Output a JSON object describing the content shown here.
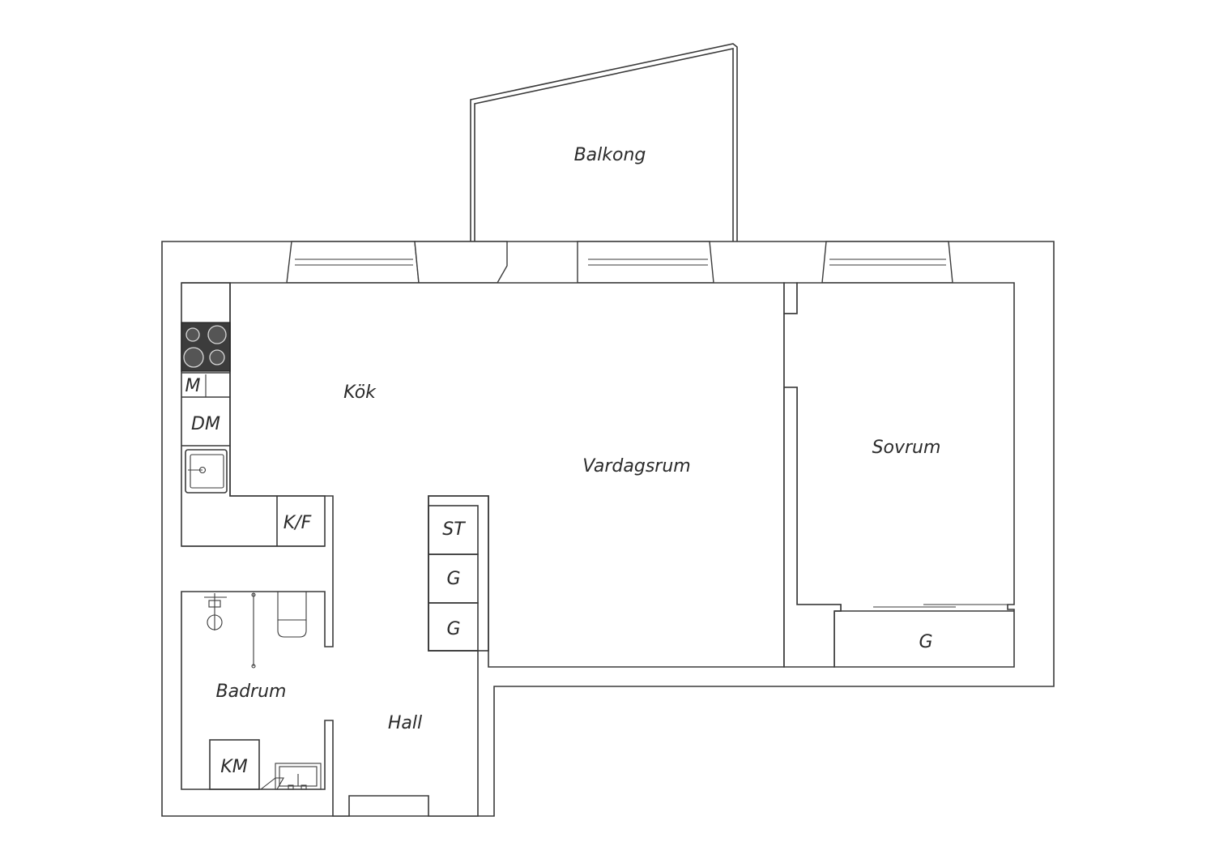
{
  "rooms": {
    "balkong": "Balkong",
    "kok": "Kök",
    "vardagsrum": "Vardagsrum",
    "sovrum": "Sovrum",
    "badrum": "Badrum",
    "hall": "Hall"
  },
  "fixtures": {
    "microwave": "M",
    "dishwasher": "DM",
    "fridge_freezer": "K/F",
    "linen_closet": "ST",
    "hall_closet_1": "G",
    "hall_closet_2": "G",
    "bedroom_closet": "G",
    "washing_machine": "KM"
  },
  "colors": {
    "wall_line": "#3a3a3a",
    "hob": "#3c3c3c",
    "background": "#ffffff"
  }
}
